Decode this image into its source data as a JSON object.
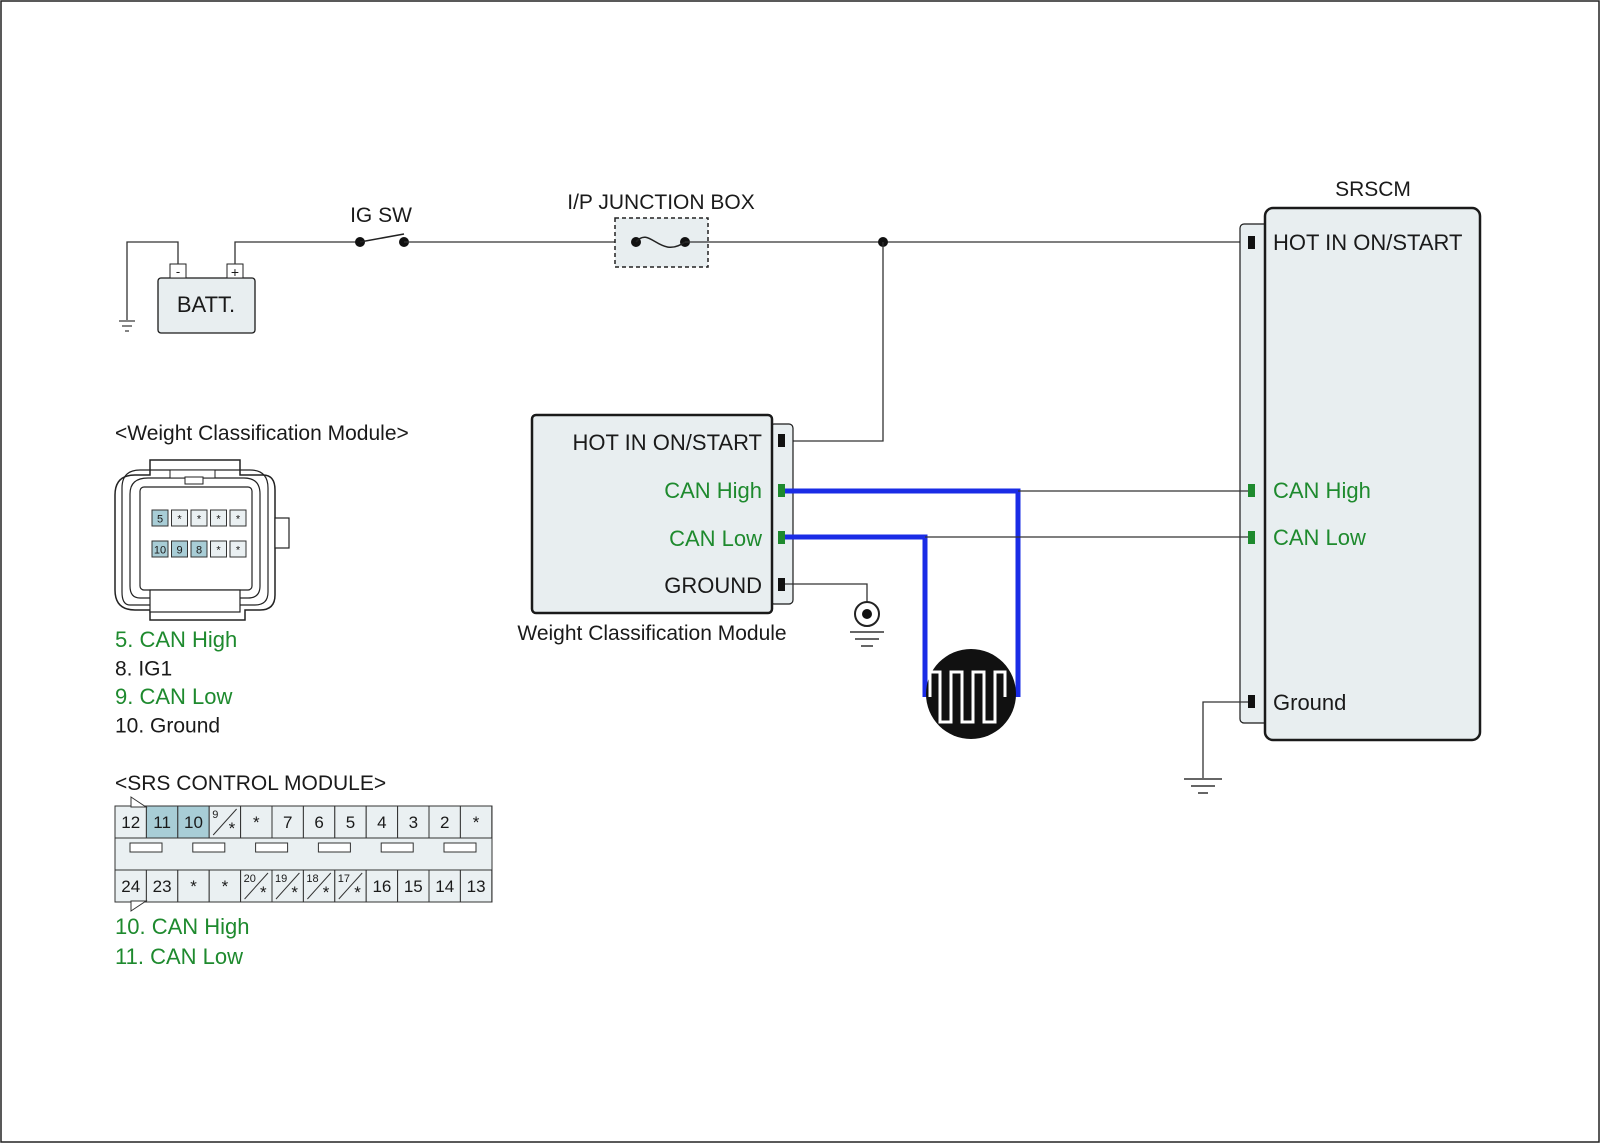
{
  "battery": {
    "label": "BATT.",
    "minus": "-",
    "plus": "+"
  },
  "ignition_switch": {
    "label": "IG SW"
  },
  "junction_box": {
    "label": "I/P JUNCTION BOX"
  },
  "srscm": {
    "title": "SRSCM",
    "pins": {
      "hot": "HOT IN ON/START",
      "can_high": "CAN High",
      "can_low": "CAN Low",
      "ground": "Ground"
    }
  },
  "wcm": {
    "caption": "Weight Classification Module",
    "pins": {
      "hot": "HOT IN ON/START",
      "can_high": "CAN High",
      "can_low": "CAN Low",
      "ground": "GROUND"
    }
  },
  "wcm_connector": {
    "title": "<Weight Classification Module>",
    "top_row": [
      "5",
      "*",
      "*",
      "*",
      "*"
    ],
    "bottom_row": [
      "10",
      "9",
      "8",
      "*",
      "*"
    ],
    "legend": [
      {
        "text": "5. CAN High",
        "highlight": true
      },
      {
        "text": "8. IG1",
        "highlight": false
      },
      {
        "text": "9. CAN Low",
        "highlight": true
      },
      {
        "text": "10. Ground",
        "highlight": false
      }
    ]
  },
  "srs_connector": {
    "title": "<SRS CONTROL MODULE>",
    "top_row": [
      "12",
      "11",
      "10",
      "9",
      "*",
      "7",
      "6",
      "5",
      "4",
      "3",
      "2",
      "*"
    ],
    "bottom_row": [
      "24",
      "23",
      "*",
      "*",
      "20",
      "19",
      "18",
      "17",
      "16",
      "15",
      "14",
      "13"
    ],
    "split_marker": "*",
    "legend": [
      {
        "text": "10. CAN High",
        "highlight": true
      },
      {
        "text": "11. CAN Low",
        "highlight": true
      }
    ]
  },
  "colors": {
    "can_wire": "#1a2ce6",
    "highlight_text": "#1e8a2e",
    "pin_highlight": "#a8cdd6",
    "module_fill": "#e8eef0"
  }
}
